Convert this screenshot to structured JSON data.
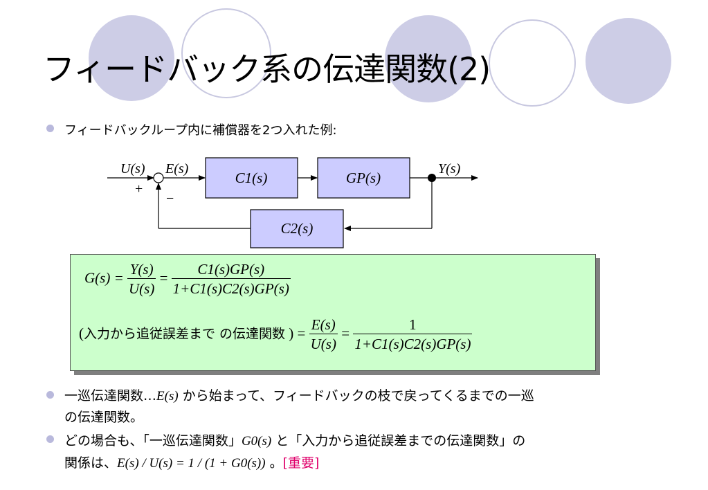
{
  "title": "フィードバック系の伝達関数(2)",
  "bullet1": "フィードバックループ内に補償器を2つ入れた例:",
  "diagram": {
    "input": "U(s)",
    "error": "E(s)",
    "output": "Y(s)",
    "plus": "+",
    "minus": "−",
    "block_c1": "C1(s)",
    "block_gp": "GP(s)",
    "block_c2": "C2(s)"
  },
  "formula": {
    "line1_lhs": "G(s) =",
    "line1_frac1_num": "Y(s)",
    "line1_frac1_den": "U(s)",
    "line1_frac2_num": "C1(s)GP(s)",
    "line1_frac2_den": "1+C1(s)C2(s)GP(s)",
    "line2_label_open": "(",
    "line2_label_text": "入力から追従誤差まで の伝達関数",
    "line2_label_close": ") =",
    "line2_frac1_num": "E(s)",
    "line2_frac1_den": "U(s)",
    "line2_frac2_num": "1",
    "line2_frac2_den": "1+C1(s)C2(s)GP(s)"
  },
  "bullet2": {
    "part1": "一巡伝達関数…",
    "math": "E(s)",
    "part2": " から始まって、フィードバックの枝で戻ってくるまでの一巡",
    "line2": "の伝達関数。"
  },
  "bullet3": {
    "part1": "どの場合も、「一巡伝達関数」",
    "math1": "G0(s)",
    "part2": " と「入力から追従誤差までの伝達関数」の",
    "line2_part1": "関係は、",
    "math2": "E(s) / U(s) = 1 / (1 + G0(s))",
    "line2_part2": " 。",
    "important": "[重要]"
  },
  "colors": {
    "circle_fill": "#cdcde6",
    "block_fill": "#ccccff",
    "formula_bg": "#ccffcc",
    "important": "#e0006b"
  }
}
